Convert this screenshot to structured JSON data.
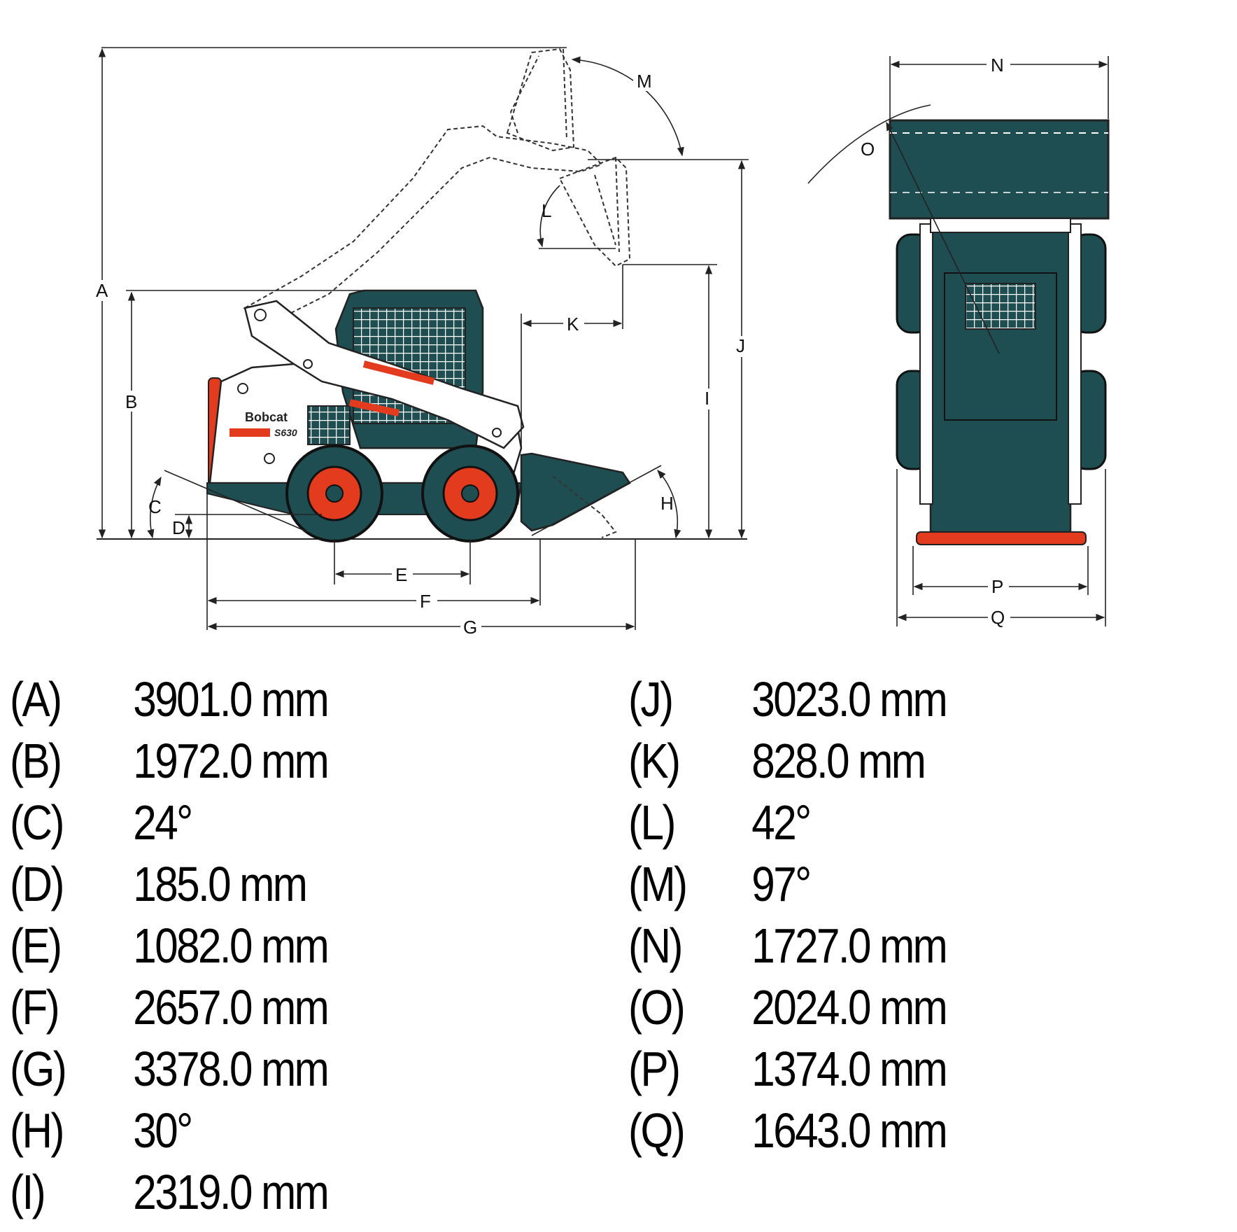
{
  "diagram": {
    "model_logo": "Bobcat",
    "model_badge": "S630",
    "labels": [
      "A",
      "B",
      "C",
      "D",
      "E",
      "F",
      "G",
      "H",
      "I",
      "J",
      "K",
      "L",
      "M",
      "N",
      "O",
      "P",
      "Q"
    ]
  },
  "colors": {
    "body_teal": "#1f4e52",
    "accent_orange": "#e23b1e",
    "outline": "#222222",
    "panel_white": "#ffffff"
  },
  "specs": {
    "left": [
      {
        "key": "(A)",
        "value": "3901.0 mm"
      },
      {
        "key": "(B)",
        "value": "1972.0 mm"
      },
      {
        "key": "(C)",
        "value": "24°"
      },
      {
        "key": "(D)",
        "value": "185.0 mm"
      },
      {
        "key": "(E)",
        "value": "1082.0 mm"
      },
      {
        "key": "(F)",
        "value": "2657.0 mm"
      },
      {
        "key": "(G)",
        "value": "3378.0 mm"
      },
      {
        "key": "(H)",
        "value": "30°"
      },
      {
        "key": "(I)",
        "value": "2319.0 mm"
      }
    ],
    "right": [
      {
        "key": "(J)",
        "value": "3023.0 mm"
      },
      {
        "key": "(K)",
        "value": "828.0 mm"
      },
      {
        "key": "(L)",
        "value": "42°"
      },
      {
        "key": "(M)",
        "value": "97°"
      },
      {
        "key": "(N)",
        "value": "1727.0 mm"
      },
      {
        "key": "(O)",
        "value": "2024.0 mm"
      },
      {
        "key": "(P)",
        "value": "1374.0 mm"
      },
      {
        "key": "(Q)",
        "value": "1643.0 mm"
      }
    ]
  }
}
